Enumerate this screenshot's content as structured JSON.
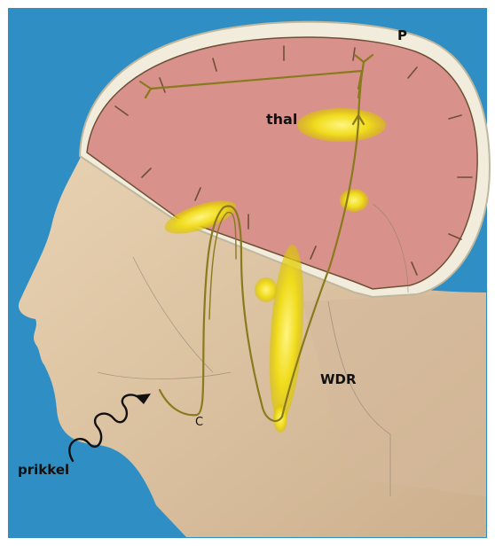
{
  "labels": {
    "p": "P",
    "thal": "thal",
    "wdr": "WDR",
    "c": "C",
    "prikkel": "prikkel"
  },
  "colors": {
    "background": "#2f8fc4",
    "frame": "#ffffff",
    "brain": "#d98f8a",
    "skull": "#f1ebdc",
    "skin": "#e3caa8",
    "nerve": "#8a7a1e",
    "highlight": "#f2e21a"
  },
  "icons": [
    "stimulus-wave-arrow"
  ]
}
